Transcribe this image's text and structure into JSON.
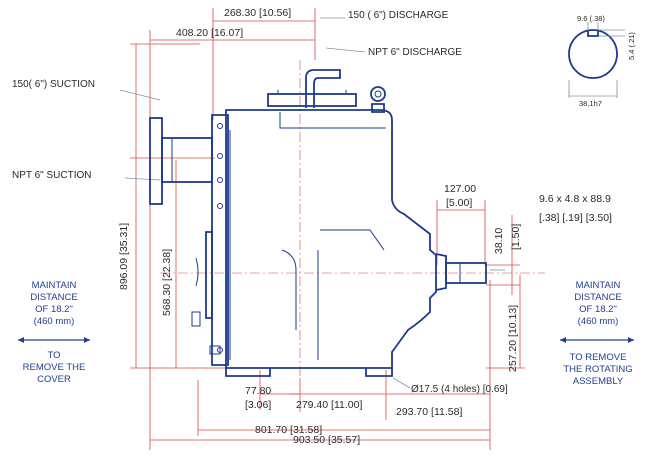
{
  "labels": {
    "discharge_150": "150 ( 6\") DISCHARGE",
    "discharge_npt": "NPT 6\" DISCHARGE",
    "suction_150": "150( 6\") SUCTION",
    "suction_npt": "NPT 6\" SUCTION",
    "holes": "Ø17.5 (4 holes) [0.69]"
  },
  "dimensions": {
    "d_268": "268.30 [10.56]",
    "d_408": "408.20 [16.07]",
    "d_896": "896.09 [35.31]",
    "d_568": "568.30 [22.38]",
    "d_127": "127.00",
    "d_127_in": "[5.00]",
    "d_38": "38.10",
    "d_38_in": "[1.50]",
    "key_mm": "9.6  x  4.8  x   88.9",
    "key_in": "[.38]  [.19]  [3.50]",
    "d_257": "257.20 [10.13]",
    "d_77": "77.80",
    "d_77_in": "[3.06]",
    "d_279": "279.40  [11.00]",
    "d_293": "293.70  [11.58]",
    "d_801": "801.70  [31.58]",
    "d_903": "903.50  [35.57]"
  },
  "shaft_detail": {
    "key_width": "9.6 (.38)",
    "key_depth": "5.4 (.21)",
    "shaft_dia": "38,1h7"
  },
  "left_note": {
    "line1": "MAINTAIN",
    "line2": "DISTANCE",
    "line3": "OF 18.2\"",
    "line4": "(460 mm)",
    "line5": "TO",
    "line6": "REMOVE THE",
    "line7": "COVER"
  },
  "right_note": {
    "line1": "MAINTAIN",
    "line2": "DISTANCE",
    "line3": "OF 18.2\"",
    "line4": "(460 mm)",
    "line5": "TO REMOVE",
    "line6": "THE ROTATING",
    "line7": "ASSEMBLY"
  }
}
